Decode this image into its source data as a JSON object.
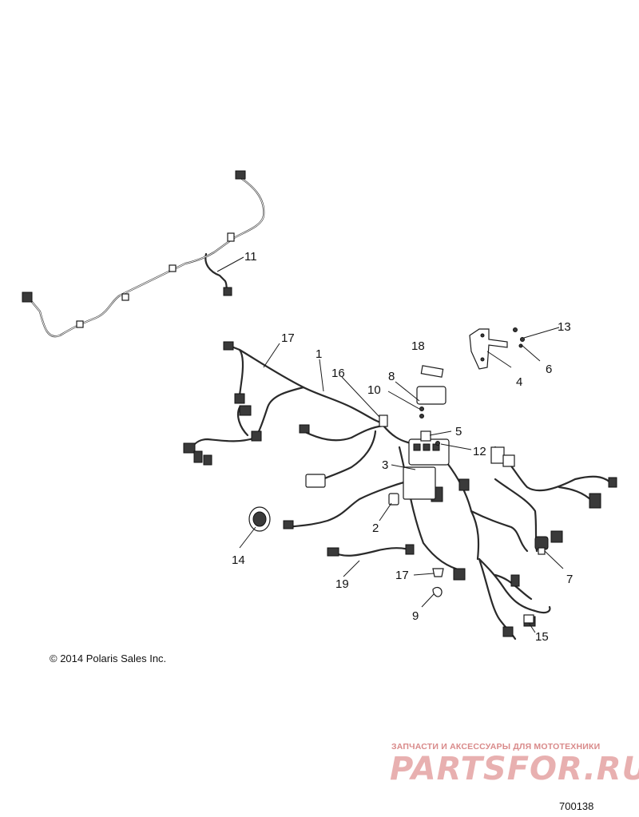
{
  "diagram": {
    "callouts": [
      {
        "id": "c1",
        "label": "1"
      },
      {
        "id": "c2",
        "label": "2"
      },
      {
        "id": "c3",
        "label": "3"
      },
      {
        "id": "c4",
        "label": "4"
      },
      {
        "id": "c5",
        "label": "5"
      },
      {
        "id": "c6",
        "label": "6"
      },
      {
        "id": "c7",
        "label": "7"
      },
      {
        "id": "c8",
        "label": "8"
      },
      {
        "id": "c9",
        "label": "9"
      },
      {
        "id": "c10",
        "label": "10"
      },
      {
        "id": "c11",
        "label": "11"
      },
      {
        "id": "c12",
        "label": "12"
      },
      {
        "id": "c13",
        "label": "13"
      },
      {
        "id": "c14",
        "label": "14"
      },
      {
        "id": "c15",
        "label": "15"
      },
      {
        "id": "c16",
        "label": "16"
      },
      {
        "id": "c17a",
        "label": "17"
      },
      {
        "id": "c17b",
        "label": "17"
      },
      {
        "id": "c18",
        "label": "18"
      },
      {
        "id": "c19",
        "label": "19"
      }
    ]
  },
  "copyright": "© 2014 Polaris Sales Inc.",
  "diagram_id": "700138",
  "watermark": {
    "tagline": "ЗАПЧАСТИ И АКСЕССУАРЫ ДЛЯ МОТОТЕХНИКИ",
    "logo": "PARTSFOR.RU"
  }
}
